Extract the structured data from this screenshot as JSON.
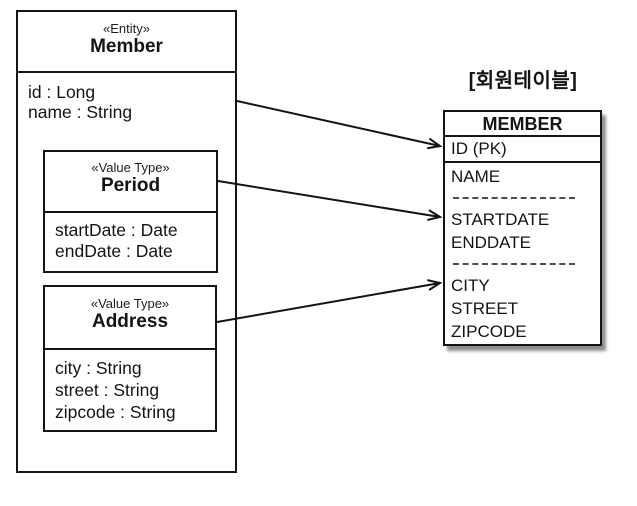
{
  "entity": {
    "stereotype": "«Entity»",
    "name": "Member",
    "attributes": [
      "id : Long",
      "name : String"
    ]
  },
  "value_types": [
    {
      "stereotype": "«Value Type»",
      "name": "Period",
      "attributes": [
        "startDate : Date",
        "endDate : Date"
      ]
    },
    {
      "stereotype": "«Value Type»",
      "name": "Address",
      "attributes": [
        "city : String",
        "street : String",
        "zipcode : String"
      ]
    }
  ],
  "table": {
    "caption": "[회원테이블]",
    "name": "MEMBER",
    "pk_row": "ID (PK)",
    "groups": [
      [
        "NAME"
      ],
      [
        "STARTDATE",
        "ENDDATE"
      ],
      [
        "CITY",
        "STREET",
        "ZIPCODE"
      ]
    ]
  },
  "arrows": [
    {
      "from": "Member",
      "to": "ID (PK)"
    },
    {
      "from": "Period",
      "to": "STARTDATE / ENDDATE"
    },
    {
      "from": "Address",
      "to": "CITY / STREET / ZIPCODE"
    }
  ],
  "colors": {
    "line": "#141414",
    "dashed_separator": "#4d4d4d",
    "background": "#ffffff"
  }
}
